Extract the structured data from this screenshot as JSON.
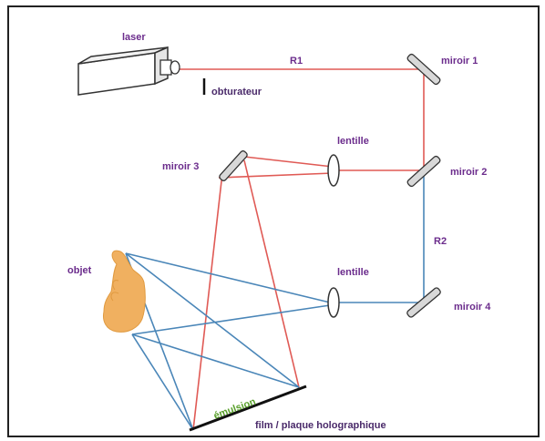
{
  "labels": {
    "laser": "laser",
    "obturateur": "obturateur",
    "r1": "R1",
    "r2": "R2",
    "miroir1": "miroir 1",
    "miroir2": "miroir 2",
    "miroir3": "miroir 3",
    "miroir4": "miroir 4",
    "lentille_top": "lentille",
    "lentille_bottom": "lentille",
    "objet": "objet",
    "emulsion": "émulsion",
    "film": "film / plaque holographique"
  },
  "colors": {
    "reference_beam": "#e05a55",
    "object_beam": "#4a86b8",
    "label_purple": "#6b2c8c",
    "emulsion_green": "#5aa02c",
    "object_fill": "#f0b060"
  },
  "icons": {
    "laser": "laser-device-icon",
    "mirror": "mirror-icon",
    "lens": "lens-icon",
    "object": "hand-object-icon"
  }
}
